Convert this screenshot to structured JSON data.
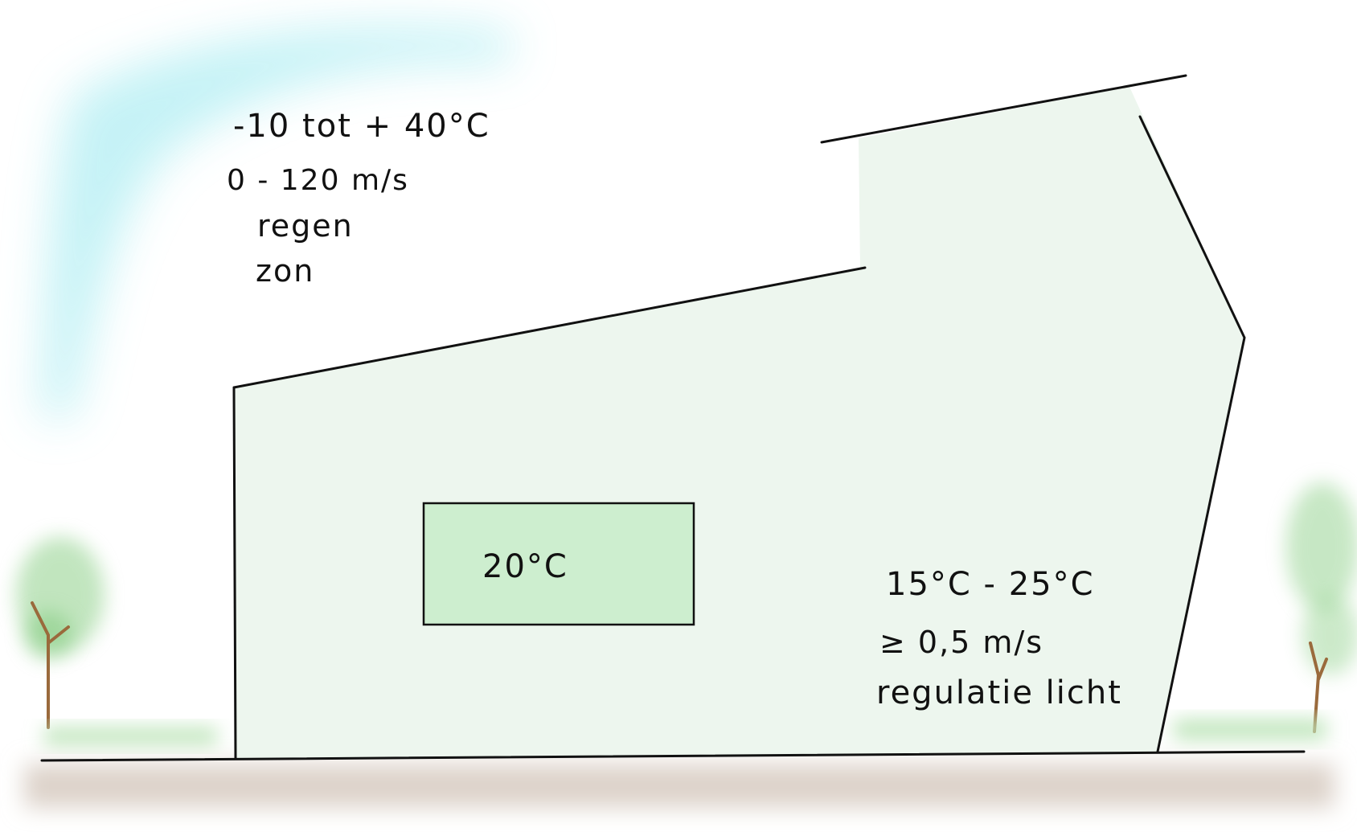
{
  "outside": {
    "lines": [
      "-10 tot + 40°C",
      "0 - 120 m/s",
      "regen",
      "zon"
    ]
  },
  "room": {
    "label": "20°C"
  },
  "inside": {
    "lines": [
      "15°C - 25°C",
      "≥ 0,5 m/s",
      "regulatie licht"
    ]
  },
  "colors": {
    "building_fill": "#edf6ee",
    "room_fill": "#cdeecf",
    "sky": "#bff1f5",
    "tree_foliage": "#8fd08a",
    "tree_trunk": "#9a6a3c",
    "ground": "#ddd3ca",
    "outline": "#111111"
  }
}
